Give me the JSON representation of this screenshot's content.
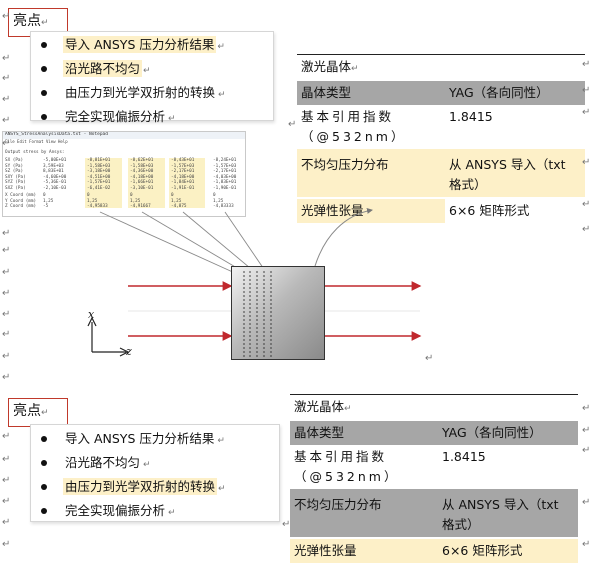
{
  "para_mark": "↵",
  "top": {
    "heading": "亮点",
    "bullets": [
      {
        "text": "导入 ANSYS 压力分析结果",
        "highlight": true
      },
      {
        "text": "沿光路不均匀",
        "highlight": true
      },
      {
        "text": "由压力到光学双折射的转换",
        "highlight": false
      },
      {
        "text": "完全实现偏振分析",
        "highlight": false
      }
    ],
    "table": {
      "title": "激光晶体",
      "rows": [
        {
          "label": "晶体类型",
          "value": "YAG（各向同性）"
        },
        {
          "label": "基本引用指数（@532nm）",
          "value": "1.8415"
        },
        {
          "label": "不均匀压力分布",
          "value": "从 ANSYS 导入（txt 格式）"
        },
        {
          "label": "光弹性张量",
          "value": "6×6 矩阵形式"
        }
      ]
    }
  },
  "notepad": {
    "title": "ANSYS_StressAnalysisData.txt - Notepad",
    "menu": "File   Edit   Format   View   Help",
    "header": "Output stress by Ansys:",
    "row_labels": [
      "SX (Pa)",
      "SY (Pa)",
      "SZ (Pa)",
      "SXY (Pa)",
      "SYZ (Pa)",
      "SXZ (Pa)"
    ],
    "row_first": [
      "-5,00E+01",
      "3,59E+03",
      "8,83E+01",
      "-4,60E+00",
      "-5,36E-01",
      "-2,10E-03"
    ],
    "columns": [
      [
        "-8,81E+01",
        "-1,58E+03",
        "-3,18E+00",
        "-4,51E+00",
        "-1,57E+01",
        "-6,41E-02"
      ],
      [
        "-8,62E+01",
        "-1,58E+03",
        "-4,36E+00",
        "-4,18E+00",
        "-1,66E+01",
        "-3,10E-01"
      ],
      [
        "-8,43E+01",
        "-1,57E+03",
        "-2,17E+01",
        "-4,18E+00",
        "-1,84E+01",
        "-1,91E-01"
      ],
      [
        "-8,24E+01",
        "-1,57E+03",
        "-2,17E+01",
        "-4,03E+00",
        "-1,83E+01",
        "-1,90E-01"
      ]
    ],
    "coord_labels": [
      "X Coord (mm)",
      "Y Coord (mm)",
      "Z Coord (mm)"
    ],
    "coord_first": [
      "0",
      "1,25",
      "-5"
    ],
    "coord_columns": [
      [
        "0",
        "1,25",
        "-4,95833"
      ],
      [
        "0",
        "1,25",
        "-4,91667"
      ],
      [
        "0",
        "1,25",
        "-4,875"
      ],
      [
        "0",
        "1,25",
        "-4,83333"
      ]
    ]
  },
  "axes": {
    "x": "x",
    "z": "z"
  },
  "bottom": {
    "heading": "亮点",
    "bullets": [
      {
        "text": "导入 ANSYS 压力分析结果",
        "highlight": false
      },
      {
        "text": "沿光路不均匀",
        "highlight": false
      },
      {
        "text": "由压力到光学双折射的转换",
        "highlight": true
      },
      {
        "text": "完全实现偏振分析",
        "highlight": false
      }
    ],
    "table": {
      "title": "激光晶体",
      "rows": [
        {
          "label": "晶体类型",
          "value": "YAG（各向同性）"
        },
        {
          "label": "基本引用指数（@532nm）",
          "value": "1.8415"
        },
        {
          "label": "不均匀压力分布",
          "value": "从 ANSYS 导入（txt 格式）"
        },
        {
          "label": "光弹性张量",
          "value": "6×6 矩阵形式"
        }
      ]
    }
  },
  "colors": {
    "heading_border": "#c0392b",
    "highlight": "#fdf0c8",
    "gray_row": "#a6a6a6",
    "beam": "#c0282d"
  }
}
